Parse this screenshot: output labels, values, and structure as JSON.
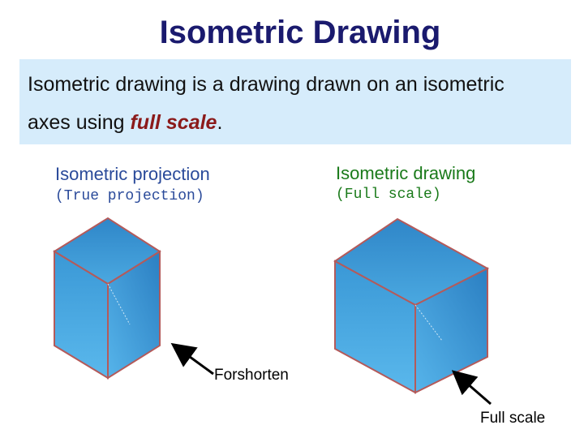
{
  "header": {
    "title": "Isometric Drawing"
  },
  "definition": {
    "line1": "Isometric drawing is a drawing drawn on an isometric",
    "line2_prefix": "axes using ",
    "line2_emph": "full scale",
    "line2_suffix": "."
  },
  "left": {
    "label": "Isometric projection",
    "sublabel": "(True projection)"
  },
  "right": {
    "label": "Isometric drawing",
    "sublabel": "(Full scale)"
  },
  "annotations": {
    "forshorten": "Forshorten",
    "fullscale": "Full scale"
  },
  "colors": {
    "cube_fill": "#3f9fda",
    "cube_edge": "#b45a5a",
    "title": "#1a1a6e",
    "box_bg": "#d6ecfb"
  }
}
